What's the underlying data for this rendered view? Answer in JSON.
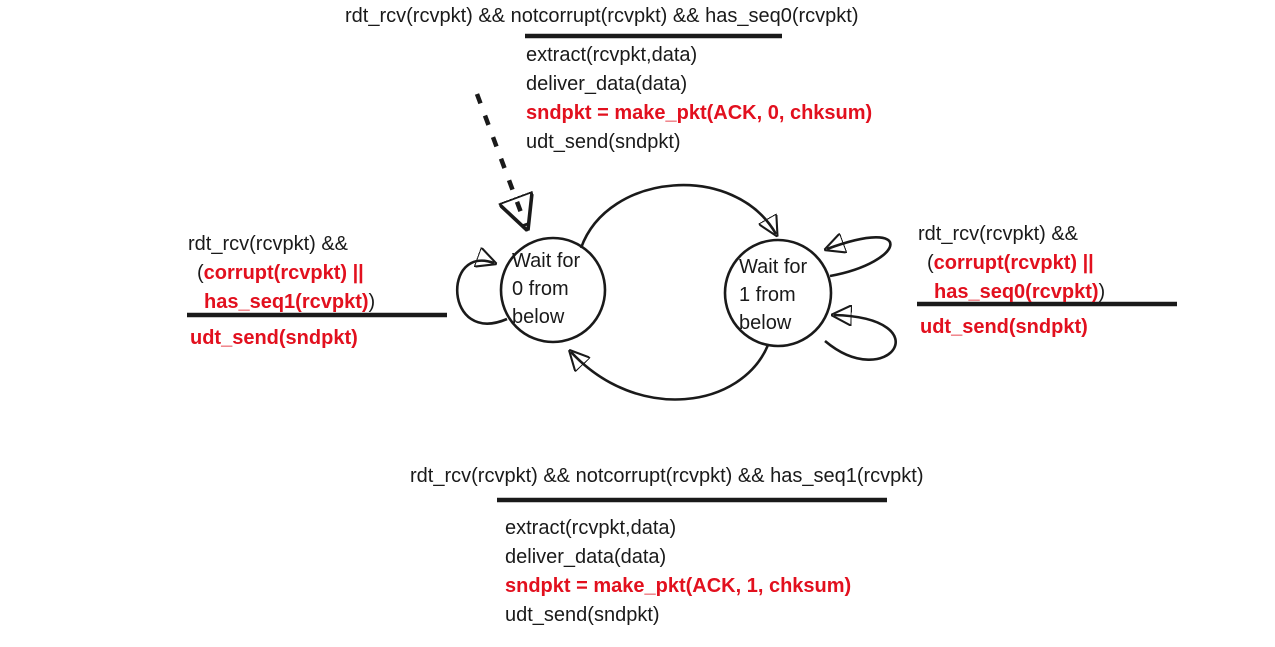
{
  "colors": {
    "text_black": "#1a1a1a",
    "highlight_red": "#e2101e",
    "background": "#ffffff"
  },
  "states": {
    "wait0": {
      "label": "Wait for\n0 from\nbelow"
    },
    "wait1": {
      "label": "Wait for\n1 from\nbelow"
    }
  },
  "transitions": {
    "top": {
      "condition": "rdt_rcv(rcvpkt) && notcorrupt(rcvpkt) && has_seq0(rcvpkt)",
      "action1": "extract(rcvpkt,data)",
      "action2": "deliver_data(data)",
      "action3": "sndpkt = make_pkt(ACK, 0, chksum)",
      "action4": "udt_send(sndpkt)"
    },
    "bottom": {
      "condition": "rdt_rcv(rcvpkt) && notcorrupt(rcvpkt) && has_seq1(rcvpkt)",
      "action1": "extract(rcvpkt,data)",
      "action2": "deliver_data(data)",
      "action3": "sndpkt = make_pkt(ACK, 1, chksum)",
      "action4": "udt_send(sndpkt)"
    },
    "left_self_loop": {
      "condition_line1": "rdt_rcv(rcvpkt) &&",
      "condition_line2_open": "(",
      "condition_line2_red": "corrupt(rcvpkt) ||",
      "condition_line3_red": "has_seq1(rcvpkt)",
      "condition_line3_close": ")",
      "action": "udt_send(sndpkt)"
    },
    "right_self_loop": {
      "condition_line1": "rdt_rcv(rcvpkt) &&",
      "condition_line2_open": "(",
      "condition_line2_red": "corrupt(rcvpkt) ||",
      "condition_line3_red": "has_seq0(rcvpkt)",
      "condition_line3_close": ")",
      "action": "udt_send(sndpkt)"
    }
  }
}
